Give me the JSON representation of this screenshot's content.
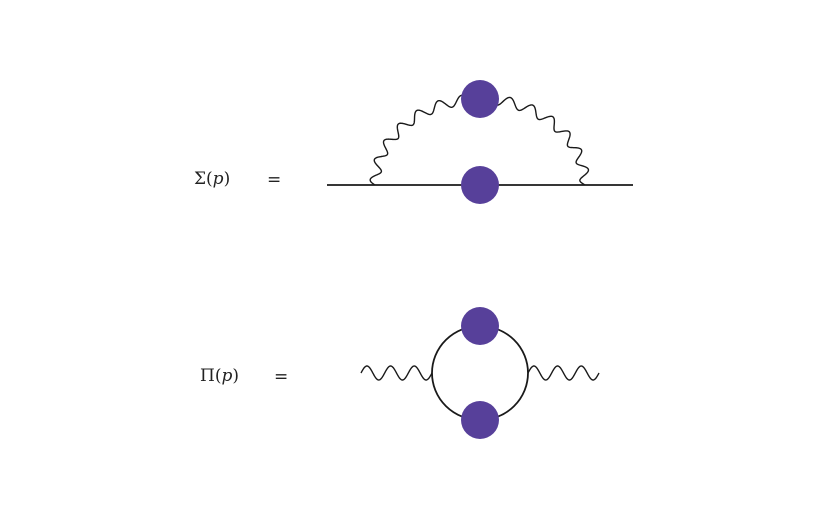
{
  "equations": {
    "self_energy": {
      "symbol": "Σ",
      "open": "(",
      "var": "p",
      "close": ")",
      "equals": "="
    },
    "polarization": {
      "symbol": "Π",
      "open": "(",
      "var": "p",
      "close": ")",
      "equals": "="
    }
  },
  "colors": {
    "blob": "#57409a",
    "line": "#1a1a1a"
  }
}
